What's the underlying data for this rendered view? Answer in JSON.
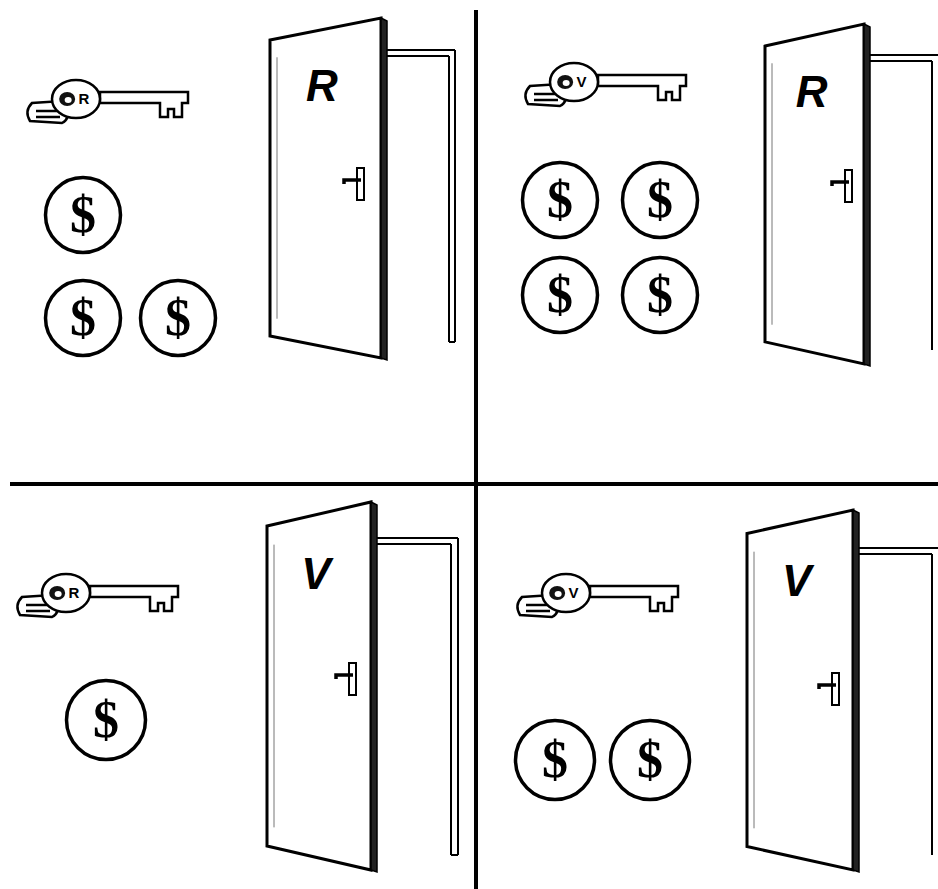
{
  "diagram": {
    "nodes": [
      {
        "text": [
          "R"
        ]
      },
      {
        "text": [
          "$"
        ]
      },
      {
        "text": [
          "$"
        ]
      },
      {
        "text": [
          "$"
        ]
      },
      {
        "text": [
          "R"
        ]
      },
      {
        "text": [
          "V"
        ]
      },
      {
        "text": [
          "$"
        ]
      },
      {
        "text": [
          "$"
        ]
      },
      {
        "text": [
          "$"
        ]
      },
      {
        "text": [
          "$"
        ]
      },
      {
        "text": [
          "R"
        ]
      },
      {
        "text": [
          "R"
        ]
      },
      {
        "text": [
          "$"
        ]
      },
      {
        "text": [
          "V"
        ]
      },
      {
        "text": [
          "V"
        ]
      },
      {
        "text": [
          "$"
        ]
      },
      {
        "text": [
          "$"
        ]
      },
      {
        "text": [
          "V"
        ]
      }
    ]
  }
}
